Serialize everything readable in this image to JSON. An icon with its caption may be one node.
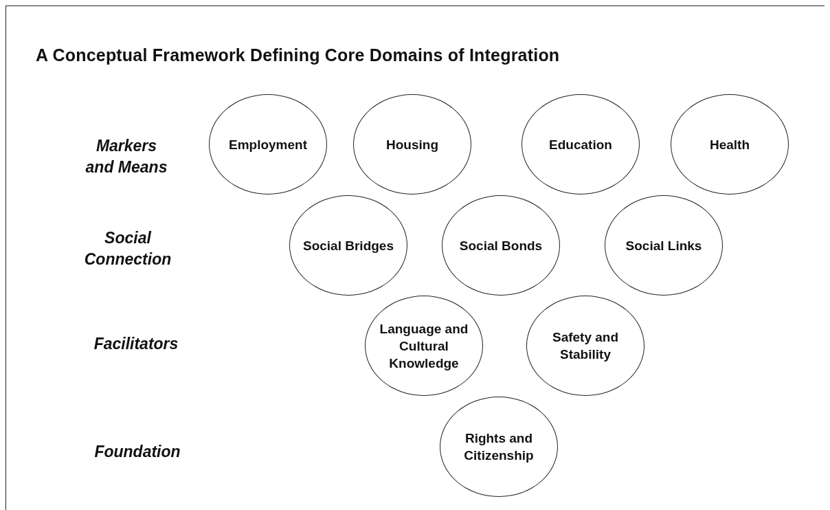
{
  "diagram": {
    "title": "A Conceptual Framework Defining Core Domains of Integration",
    "nodes": [
      {
        "text": [
          "Employment"
        ]
      },
      {
        "text": [
          "Housing"
        ]
      },
      {
        "text": [
          "Education"
        ]
      },
      {
        "text": [
          "Health"
        ]
      },
      {
        "text": [
          "Social Bridges"
        ]
      },
      {
        "text": [
          "Social Bonds"
        ]
      },
      {
        "text": [
          "Social Links"
        ]
      },
      {
        "text": [
          "Language and Cultural Knowledge"
        ]
      },
      {
        "text": [
          "Safety and Stability"
        ]
      },
      {
        "text": [
          "Rights and Citizenship"
        ]
      }
    ],
    "labels": [
      "Markers and Means",
      "Social Connection",
      "Facilitators",
      "Foundation"
    ]
  }
}
